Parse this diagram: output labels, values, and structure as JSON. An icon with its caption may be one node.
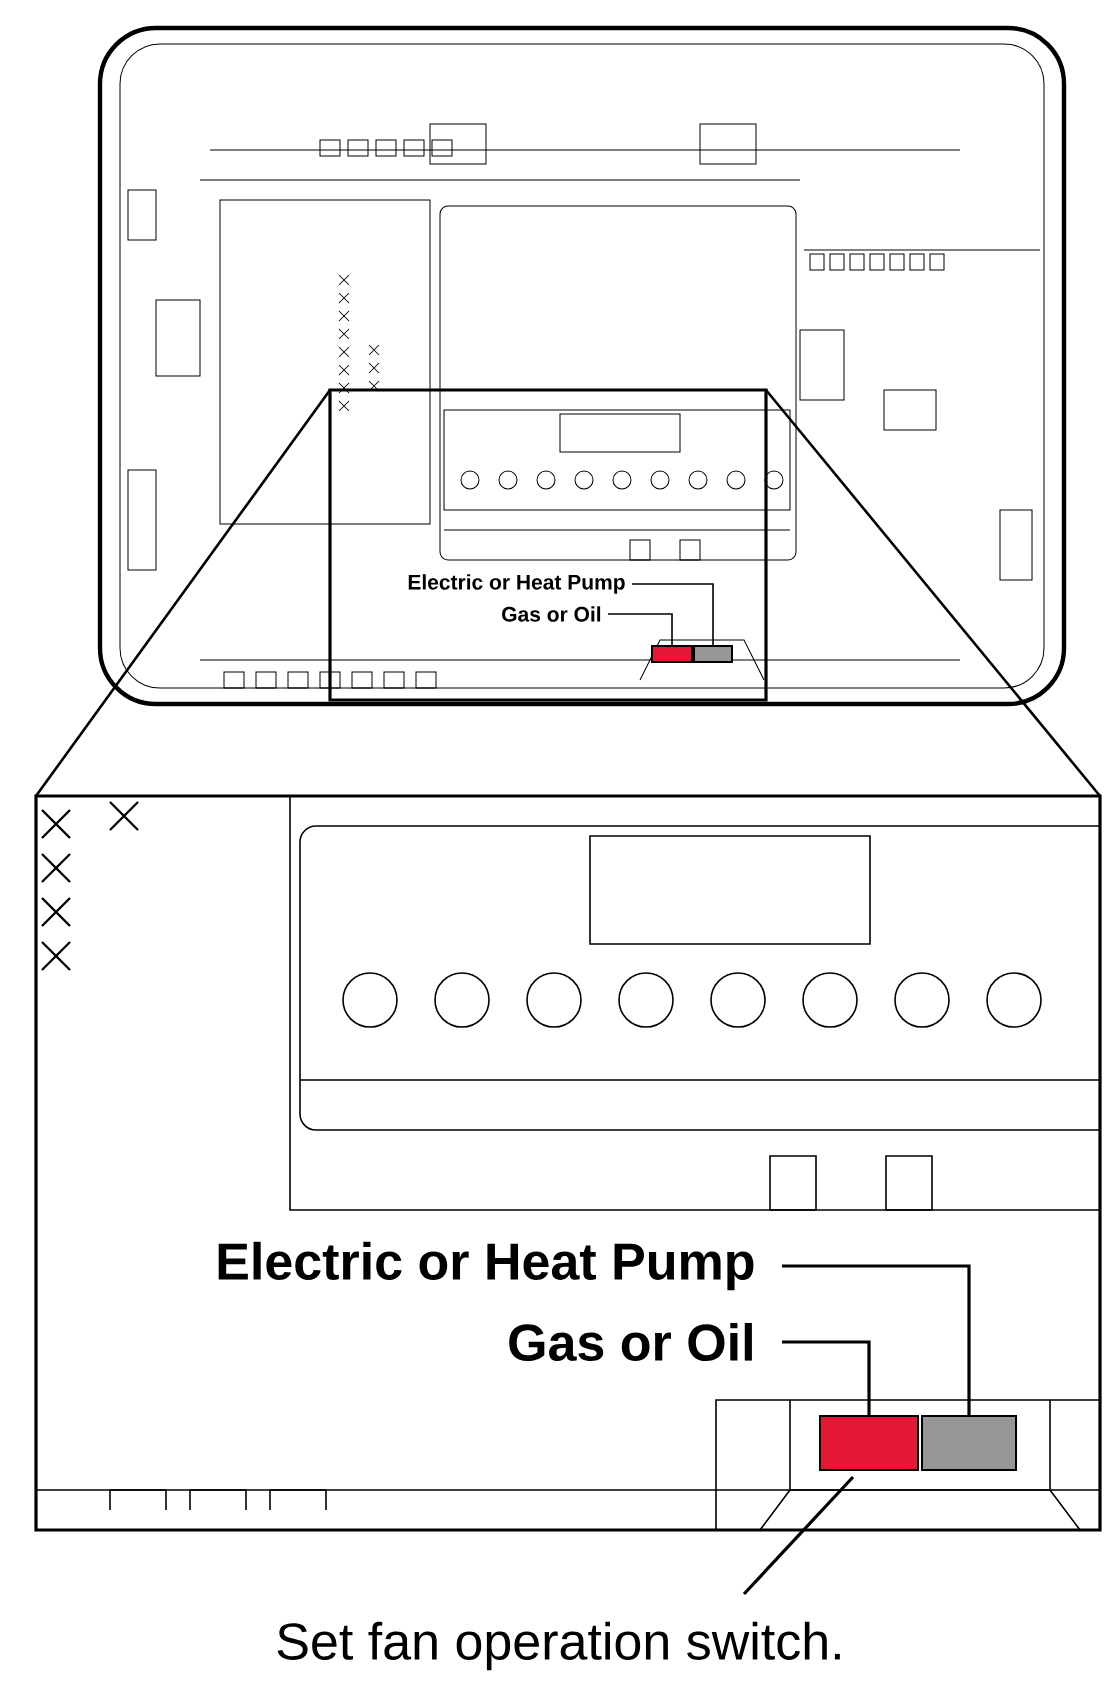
{
  "diagram": {
    "caption": "Set fan operation switch.",
    "nodes": [
      {
        "text": [
          "Electric or Heat Pump"
        ]
      },
      {
        "text": [
          "Gas or Oil"
        ]
      },
      {
        "text": [],
        "shape": "box"
      },
      {
        "text": [],
        "shape": "box"
      },
      {
        "text": [
          "Electric or Heat Pump"
        ]
      },
      {
        "text": [
          "Gas or Oil"
        ]
      },
      {
        "text": [],
        "shape": "box"
      },
      {
        "text": [],
        "shape": "box"
      }
    ],
    "edges": [
      {
        "from": 0,
        "to": 3,
        "arrow": "none"
      },
      {
        "from": 1,
        "to": 2,
        "arrow": "none"
      },
      {
        "from": 4,
        "to": 7,
        "arrow": "none"
      },
      {
        "from": 5,
        "to": 6,
        "arrow": "none"
      },
      {
        "from": null,
        "to": 6,
        "arrow": "none"
      }
    ]
  }
}
